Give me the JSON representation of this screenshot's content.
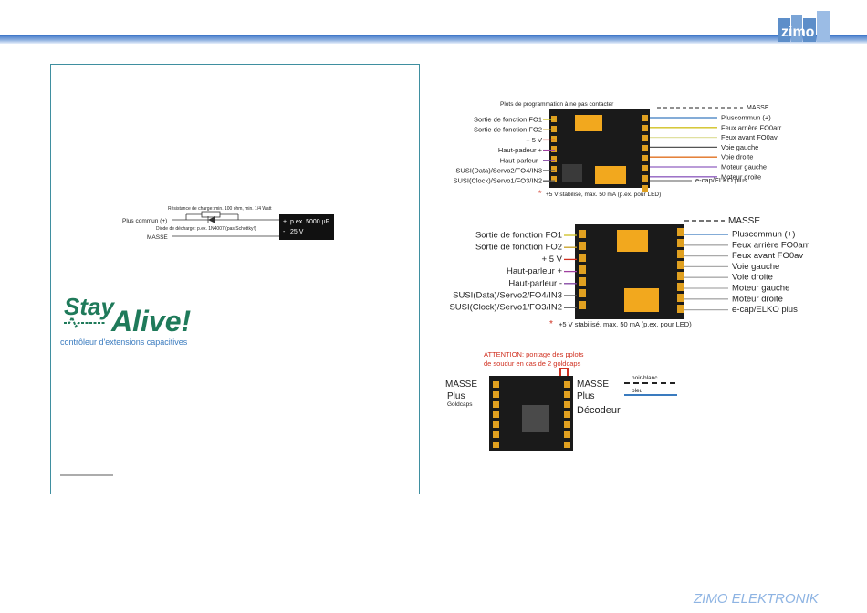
{
  "header": {
    "logo_text": "zimo"
  },
  "footer": {
    "company": "ZIMO ELEKTRONIK"
  },
  "left_box": {
    "circuit": {
      "resistor_label": "Résistance de charge: min. 100 ohm, min. 1/4 Watt",
      "plus_label": "Plus commun (+)",
      "diode_label": "Diode de décharge: p.ex. 1N4007 (pas Schottky!)",
      "masse_label": "MASSE",
      "cap_value": "p.ex. 5000 µF",
      "cap_voltage": "25 V",
      "cap_plus": "+",
      "cap_minus": "-"
    },
    "stayalive": {
      "line1": "Stay",
      "line2": "Alive!",
      "subtitle": "contrôleur d'extensions capacitives"
    }
  },
  "diagram1": {
    "top_note": "Plots de programmation à ne pas contacter",
    "masse": "MASSE",
    "left_labels": [
      "Sortie de fonction FO1",
      "Sortie de fonction FO2",
      "+ 5 V",
      "Haut-padeur +",
      "Haut-parleur -",
      "SUSI(Data)/Servo2/FO4/IN3",
      "SUSI(Clock)/Servo1/FO3/IN2"
    ],
    "right_labels": [
      "Pluscommun (+)",
      "Feux arrière FO0arr",
      "Feux avant FO0av",
      "Voie gauche",
      "Voie droite",
      "Moteur gauche",
      "Moteur droite"
    ],
    "ecap": "e-cap/ELKO plus",
    "star": "*",
    "footnote": "+5 V stabilisé, max. 50 mA (p.ex. pour LED)"
  },
  "diagram2": {
    "masse": "MASSE",
    "left_labels": [
      "Sortie de fonction FO1",
      "Sortie de fonction FO2",
      "+ 5 V",
      "Haut-parleur +",
      "Haut-parleur -",
      "SUSI(Data)/Servo2/FO4/IN3",
      "SUSI(Clock)/Servo1/FO3/IN2"
    ],
    "right_labels": [
      "Pluscommun (+)",
      "Feux arrière FO0arr",
      "Feux avant FO0av",
      "Voie gauche",
      "Voie droite",
      "Moteur gauche",
      "Moteur droite",
      "e-cap/ELKO plus"
    ],
    "star": "*",
    "footnote": "+5 V stabilisé, max. 50 mA (p.ex. pour LED)"
  },
  "diagram3": {
    "attention_line1": "ATTENTION: pontage des pplots",
    "attention_line2": "de soudur en cas de 2 goldcaps",
    "left_masse": "MASSE",
    "left_plus": "Plus",
    "left_goldcaps": "Goldcaps",
    "right_masse": "MASSE",
    "right_plus": "Plus",
    "right_decodeur": "Décodeur",
    "wire_top": "noir-blanc",
    "wire_bottom": "bleu"
  },
  "colors": {
    "header_blue": "#3b74c7",
    "footer_text": "#8eb4e3",
    "box_border": "#3f8fa0",
    "stayalive_green": "#1f7a5a",
    "stayalive_blue": "#3a7bbf",
    "attention_red": "#d03020",
    "pcb": "#1a1a1a",
    "pad_gold": "#e0a020"
  }
}
